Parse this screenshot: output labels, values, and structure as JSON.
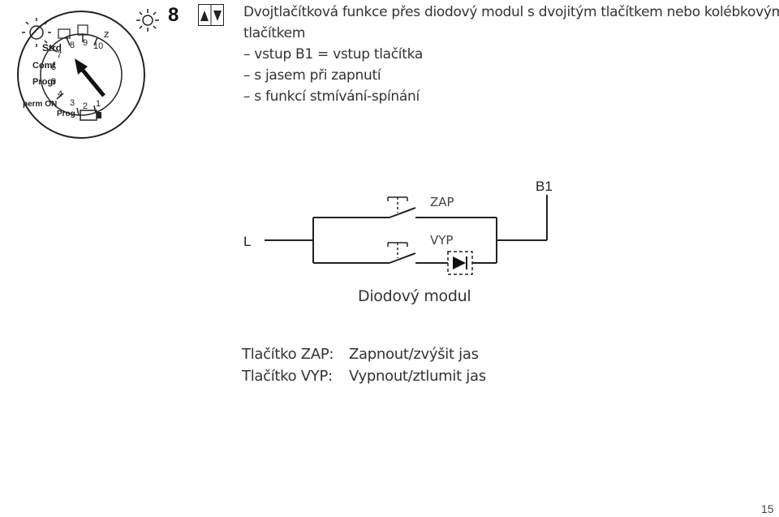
{
  "dial": {
    "labels": {
      "strd": "Strd",
      "comf": "Comf",
      "progr": "Progr",
      "perm_on": "perm ON",
      "prog": "Prog",
      "n1": "1",
      "n2": "2",
      "n3": "3",
      "n4": "4",
      "n5": "5",
      "n6": "6",
      "n7": "7",
      "n8": "8",
      "n9": "9",
      "n10": "10"
    }
  },
  "header": {
    "mode_number": "8"
  },
  "description": {
    "line1": "Dvojtlačítková funkce přes diodový modul s dvojitým tlačítkem nebo kolébkovým",
    "line2": "tlačítkem",
    "line3": "– vstup B1 = vstup tlačítka",
    "line4": "– s jasem při zapnutí",
    "line5": "– s funkcí stmívání-spínání"
  },
  "circuit": {
    "label_l": "L",
    "label_b1": "B1",
    "label_zap": "ZAP",
    "label_vyp": "VYP"
  },
  "diode_caption": "Diodový modul",
  "legend": [
    {
      "key": "Tlačítko ZAP:",
      "value": "Zapnout/zvýšit jas"
    },
    {
      "key": "Tlačítko VYP:",
      "value": "Vypnout/ztlumit jas"
    }
  ],
  "page_number": "15"
}
